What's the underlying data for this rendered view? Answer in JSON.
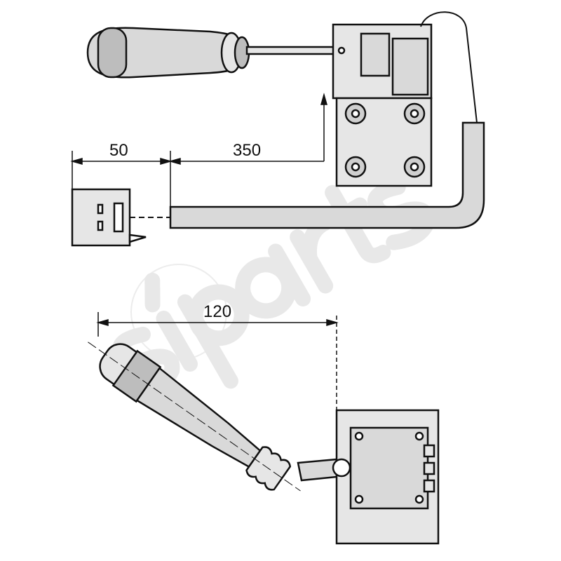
{
  "dimensions": {
    "connector_length": "50",
    "cable_length": "350",
    "lever_length": "120"
  },
  "watermark": {
    "text": "siparts"
  },
  "colors": {
    "line": "#111111",
    "fill": "#d9d9d9",
    "watermark": "#d6d6d6"
  }
}
